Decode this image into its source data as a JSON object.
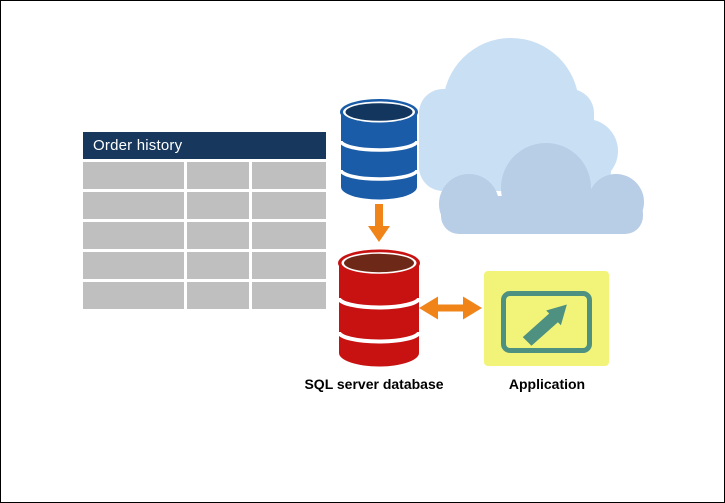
{
  "diagram": {
    "table": {
      "title": "Order history",
      "rows": 5,
      "cols": 3
    },
    "labels": {
      "sql_db": "SQL server database",
      "application": "Application"
    },
    "icons": {
      "cloud_icon": "☁",
      "blue_database_icon": "🛢",
      "red_database_icon": "🛢",
      "application_icon": "↗",
      "down_arrow_icon": "↓",
      "left_right_arrow_icon": "↔"
    },
    "colors": {
      "table_header_bg": "#17375D",
      "table_header_text": "#FFFFFF",
      "table_cell_bg": "#BFBFBF",
      "cloud_back": "#C9DFF4",
      "cloud_front": "#B8CDE6",
      "blue_db_body": "#1A5CA8",
      "blue_db_top": "#12365E",
      "red_db_body": "#C81212",
      "red_db_top": "#6E2817",
      "arrow_orange": "#F08418",
      "app_bg": "#F2F479",
      "app_frame": "#4F9180",
      "label_text": "#000000"
    }
  }
}
